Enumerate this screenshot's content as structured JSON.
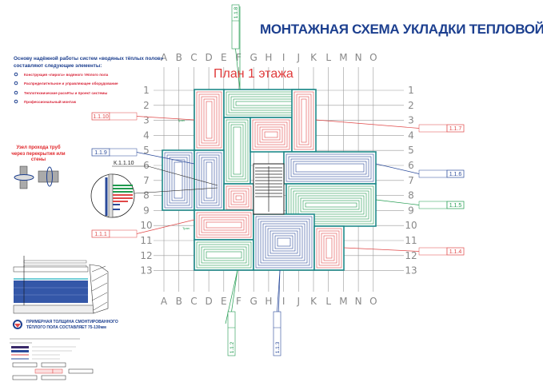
{
  "header": {
    "title": "МОНТАЖНАЯ СХЕМА УКЛАДКИ ТЕПЛОВОЙ ТРУБЫ"
  },
  "plan": {
    "title": "План 1 этажа",
    "columns": [
      "A",
      "B",
      "C",
      "D",
      "E",
      "F",
      "G",
      "H",
      "I",
      "J",
      "K",
      "L",
      "M",
      "N",
      "O"
    ],
    "rows": [
      "1",
      "2",
      "3",
      "4",
      "5",
      "6",
      "7",
      "8",
      "9",
      "10",
      "11",
      "12",
      "13"
    ],
    "detail_label": "К.1.1.10",
    "room_label": "Трап"
  },
  "intro": {
    "heading_line1": "Основу надёжной работы систем «водяных тёплых полов»",
    "heading_line2": "составляют следующие  элементы:",
    "items": [
      "Конструкция «пирога» водяного тёплого пола",
      "Распределительное и управляющее оборудование",
      "Теплотехнические расчёты и проект системы",
      "Профессиональный монтаж"
    ]
  },
  "node": {
    "title_line1": "Узел прохода труб",
    "title_line2": "через перекрытия или",
    "title_line3": "стены"
  },
  "thickness_note": {
    "line1": "ПРИМЕРНАЯ ТОЛЩИНА СМОНТИРОВАННОГО",
    "line2": "ТЁПЛОГО ПОЛА СОСТАВЛЯЕТ 75-130мм"
  },
  "collectors": [
    {
      "id": "1.1.1",
      "color": "red"
    },
    {
      "id": "1.1.2",
      "color": "green"
    },
    {
      "id": "1.1.3",
      "color": "blue"
    },
    {
      "id": "1.1.4",
      "color": "red"
    },
    {
      "id": "1.1.5",
      "color": "green"
    },
    {
      "id": "1.1.6",
      "color": "blue"
    },
    {
      "id": "1.1.7",
      "color": "red"
    },
    {
      "id": "1.1.8",
      "color": "green"
    },
    {
      "id": "1.1.9",
      "color": "blue"
    },
    {
      "id": "1.1.10",
      "color": "red"
    }
  ],
  "colors": {
    "red": "#e04848",
    "green": "#1f9a4e",
    "blue": "#2a4a9a",
    "wall": "#1f8a8a",
    "title": "#1c3f8f",
    "grid": "#9a9a9a"
  }
}
